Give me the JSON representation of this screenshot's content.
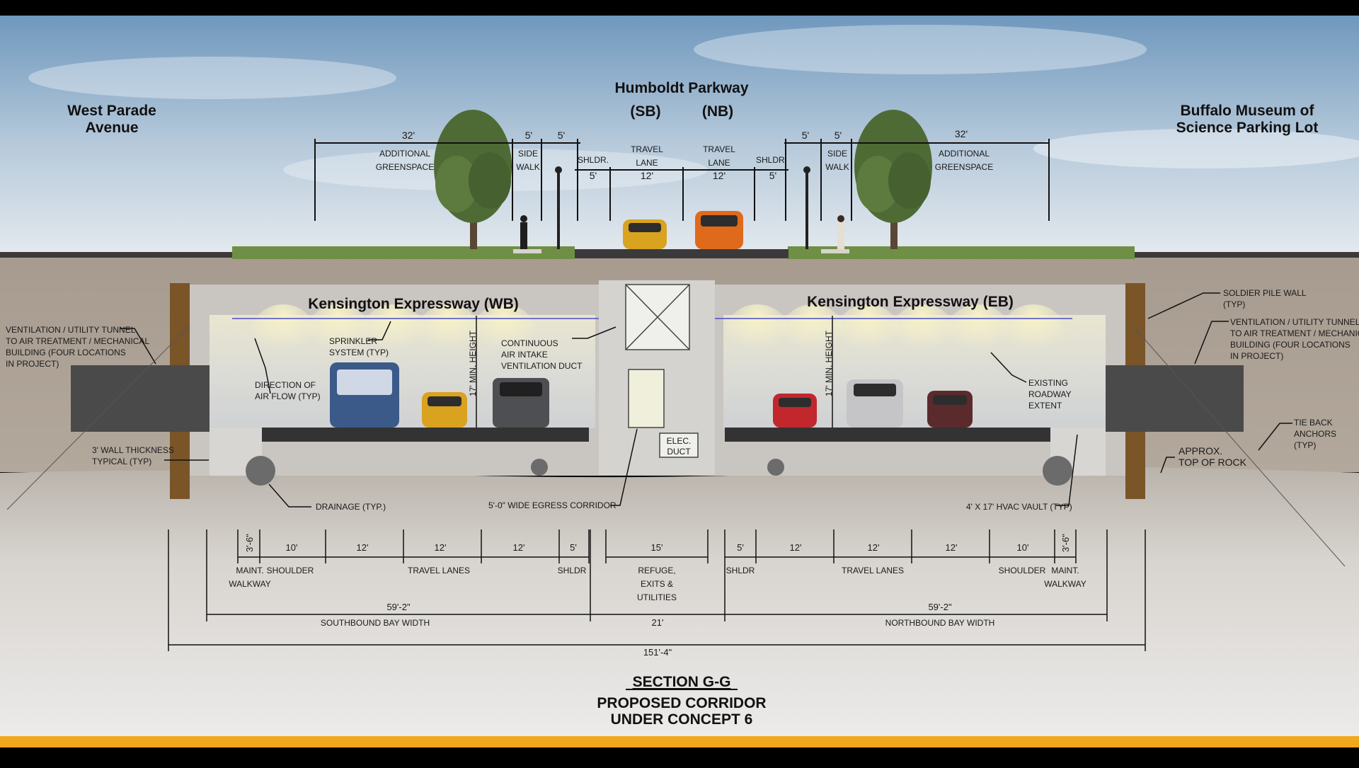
{
  "labels": {
    "west": [
      "West Parade",
      "Avenue"
    ],
    "east": [
      "Buffalo Museum of",
      "Science Parking Lot"
    ],
    "parkway": "Humboldt Parkway",
    "sb": "(SB)",
    "nb": "(NB)",
    "expressway_wb": "Kensington Expressway (WB)",
    "expressway_eb": "Kensington Expressway (EB)",
    "section": "SECTION G-G",
    "subtitle": [
      "PROPOSED CORRIDOR",
      "UNDER CONCEPT 6"
    ]
  },
  "surface": {
    "dims": [
      "32'",
      "5'",
      "5'",
      "5'",
      "12'",
      "12'",
      "5'",
      "5'",
      "5'",
      "32'"
    ],
    "labels": {
      "greenspace_l": [
        "ADDITIONAL",
        "GREENSPACE"
      ],
      "sidewalk_l": [
        "SIDE",
        "WALK"
      ],
      "shldr_l": "SHLDR.",
      "travel_l": [
        "TRAVEL",
        "LANE"
      ],
      "travel_r": [
        "TRAVEL",
        "LANE"
      ],
      "shldr_r": "SHLDR.",
      "sidewalk_r": [
        "SIDE",
        "WALK"
      ],
      "greenspace_r": [
        "ADDITIONAL",
        "GREENSPACE"
      ]
    }
  },
  "annotations": {
    "vent_left": [
      "VENTILATION / UTILITY TUNNEL",
      "TO AIR TREATMENT / MECHANICAL",
      "BUILDING (FOUR LOCATIONS",
      "IN PROJECT)"
    ],
    "vent_right": [
      "VENTILATION / UTILITY TUNNEL",
      "TO AIR TREATMENT / MECHANICAL",
      "BUILDING (FOUR LOCATIONS",
      "IN PROJECT)"
    ],
    "soldier_pile": [
      "SOLDIER PILE WALL",
      "(TYP)"
    ],
    "sprinkler": [
      "SPRINKLER",
      "SYSTEM (TYP)"
    ],
    "air_flow": [
      "DIRECTION OF",
      "AIR FLOW (TYP)"
    ],
    "air_intake": [
      "CONTINUOUS",
      "AIR INTAKE",
      "VENTILATION DUCT"
    ],
    "min_height": "17' MIN. HEIGHT",
    "elec_duct": [
      "ELEC.",
      "DUCT"
    ],
    "existing_roadway": [
      "EXISTING",
      "ROADWAY",
      "EXTENT"
    ],
    "wall_thickness": [
      "3' WALL THICKNESS",
      "TYPICAL (TYP)"
    ],
    "drainage": "DRAINAGE (TYP.)",
    "egress": "5'-0\" WIDE EGRESS CORRIDOR",
    "hvac_vault": "4' X 17' HVAC VAULT (TYP)",
    "top_rock": [
      "APPROX.",
      "TOP OF ROCK"
    ],
    "tie_back": [
      "TIE BACK",
      "ANCHORS",
      "(TYP)"
    ]
  },
  "bottom_dims": {
    "sb": [
      "3'-6\"",
      "10'",
      "12'",
      "12'",
      "12'",
      "5'"
    ],
    "refuge": "15'",
    "nb": [
      "5'",
      "12'",
      "12'",
      "12'",
      "10'",
      "3'-6\""
    ],
    "sb_labels": [
      "MAINT.",
      "WALKWAY",
      "SHOULDER",
      "TRAVEL LANES",
      "SHLDR"
    ],
    "refuge_label": [
      "REFUGE,",
      "EXITS &",
      "UTILITIES"
    ],
    "nb_labels": [
      "SHLDR",
      "TRAVEL LANES",
      "SHOULDER",
      "MAINT.",
      "WALKWAY"
    ],
    "sb_bay": "59'-2\"",
    "sb_bay_label": "SOUTHBOUND BAY WIDTH",
    "center": "21'",
    "nb_bay": "59'-2\"",
    "nb_bay_label": "NORTHBOUND BAY WIDTH",
    "total": "151'-4\""
  },
  "colors": {
    "sky_top": "#7ea3c4",
    "sky_bottom": "#dde6ee",
    "soil": "#a69a8e",
    "rock": "#bfb9b2",
    "concrete": "#c9c6c2",
    "accent_bar": "#f0a81c"
  }
}
